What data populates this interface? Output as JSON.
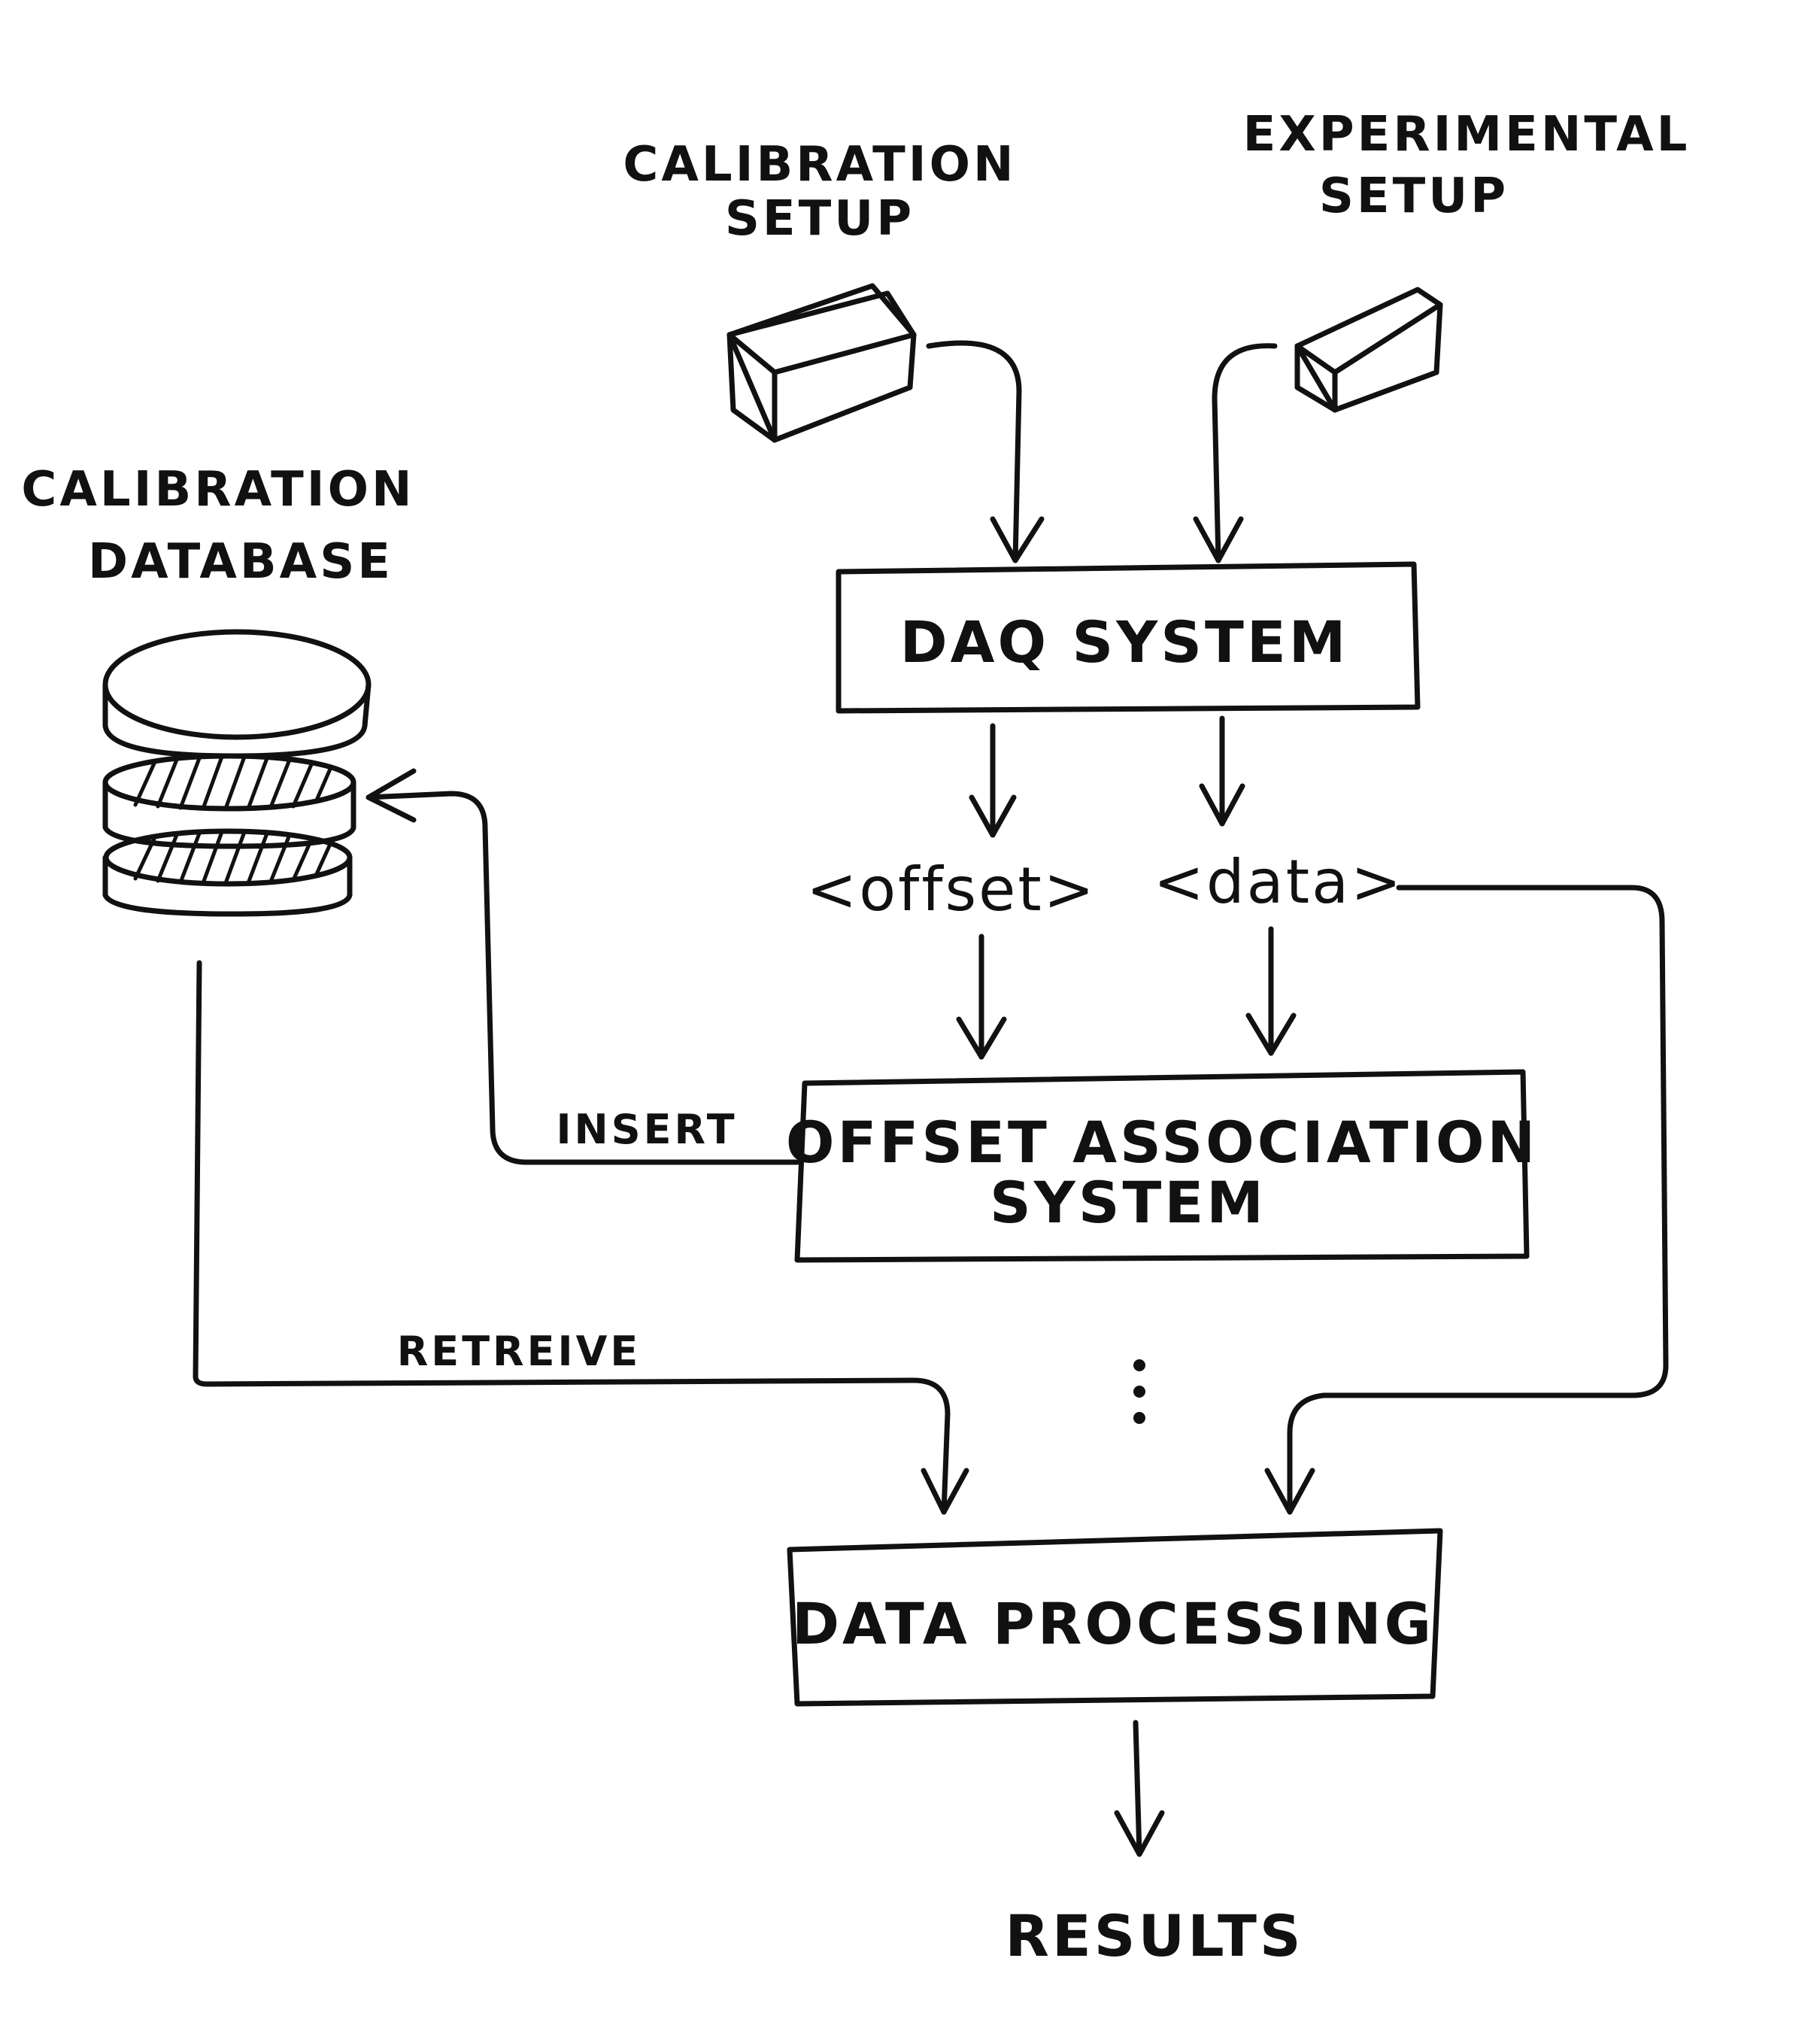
{
  "labels": {
    "calibration_setup": [
      "CALIBRATION",
      "SETUP"
    ],
    "experimental_setup": [
      "EXPERIMENTAL",
      "SETUP"
    ],
    "calibration_database": [
      "CALIBRATION",
      "DATABASE"
    ],
    "daq_system": "DAQ SYSTEM",
    "offset": "<offset>",
    "data": "<data>",
    "offset_association": [
      "OFFSET ASSOCIATION",
      "SYSTEM"
    ],
    "insert": "INSERT",
    "retreive": "RETREIVE",
    "data_processing": "DATA PROCESSING",
    "results": "RESULTS"
  },
  "colors": {
    "ink": "#111111",
    "background": "#ffffff"
  }
}
